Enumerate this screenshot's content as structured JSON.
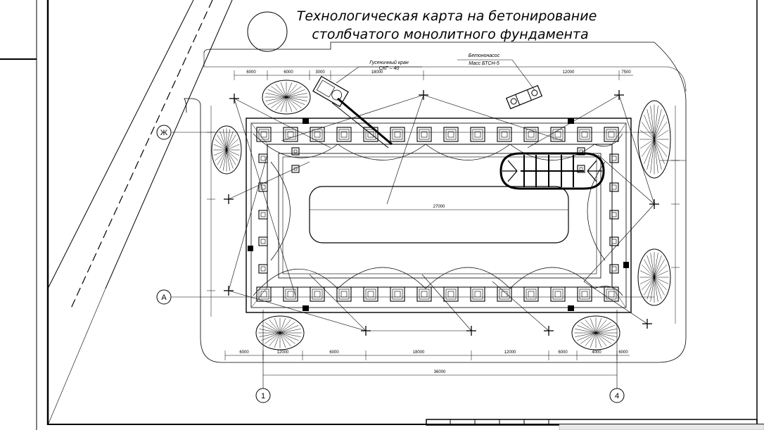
{
  "title": {
    "line1": "Технологическая карта на бетонирование",
    "line2": "столбчатого монолитного фундамента"
  },
  "callouts": {
    "crane": {
      "line1": "Гусеничный кран",
      "line2": "СКГ – 40"
    },
    "pump": {
      "line1": "Бетононасос",
      "line2": "Масс БТСН-5"
    }
  },
  "axes": {
    "left_top": "Ж",
    "left_bottom": "А",
    "bottom_left": "1",
    "bottom_right": "4"
  },
  "dimensions": {
    "overall_length": "36000",
    "inner_length": "27000",
    "top_chain": [
      "6000",
      "6000",
      "3000",
      "18000",
      "12000",
      "7500"
    ],
    "bottom_chain": [
      "6000",
      "12000",
      "6000",
      "18000",
      "12000",
      "6000",
      "4000",
      "6000"
    ]
  },
  "colors": {
    "line": "#000000",
    "background": "#ffffff"
  }
}
